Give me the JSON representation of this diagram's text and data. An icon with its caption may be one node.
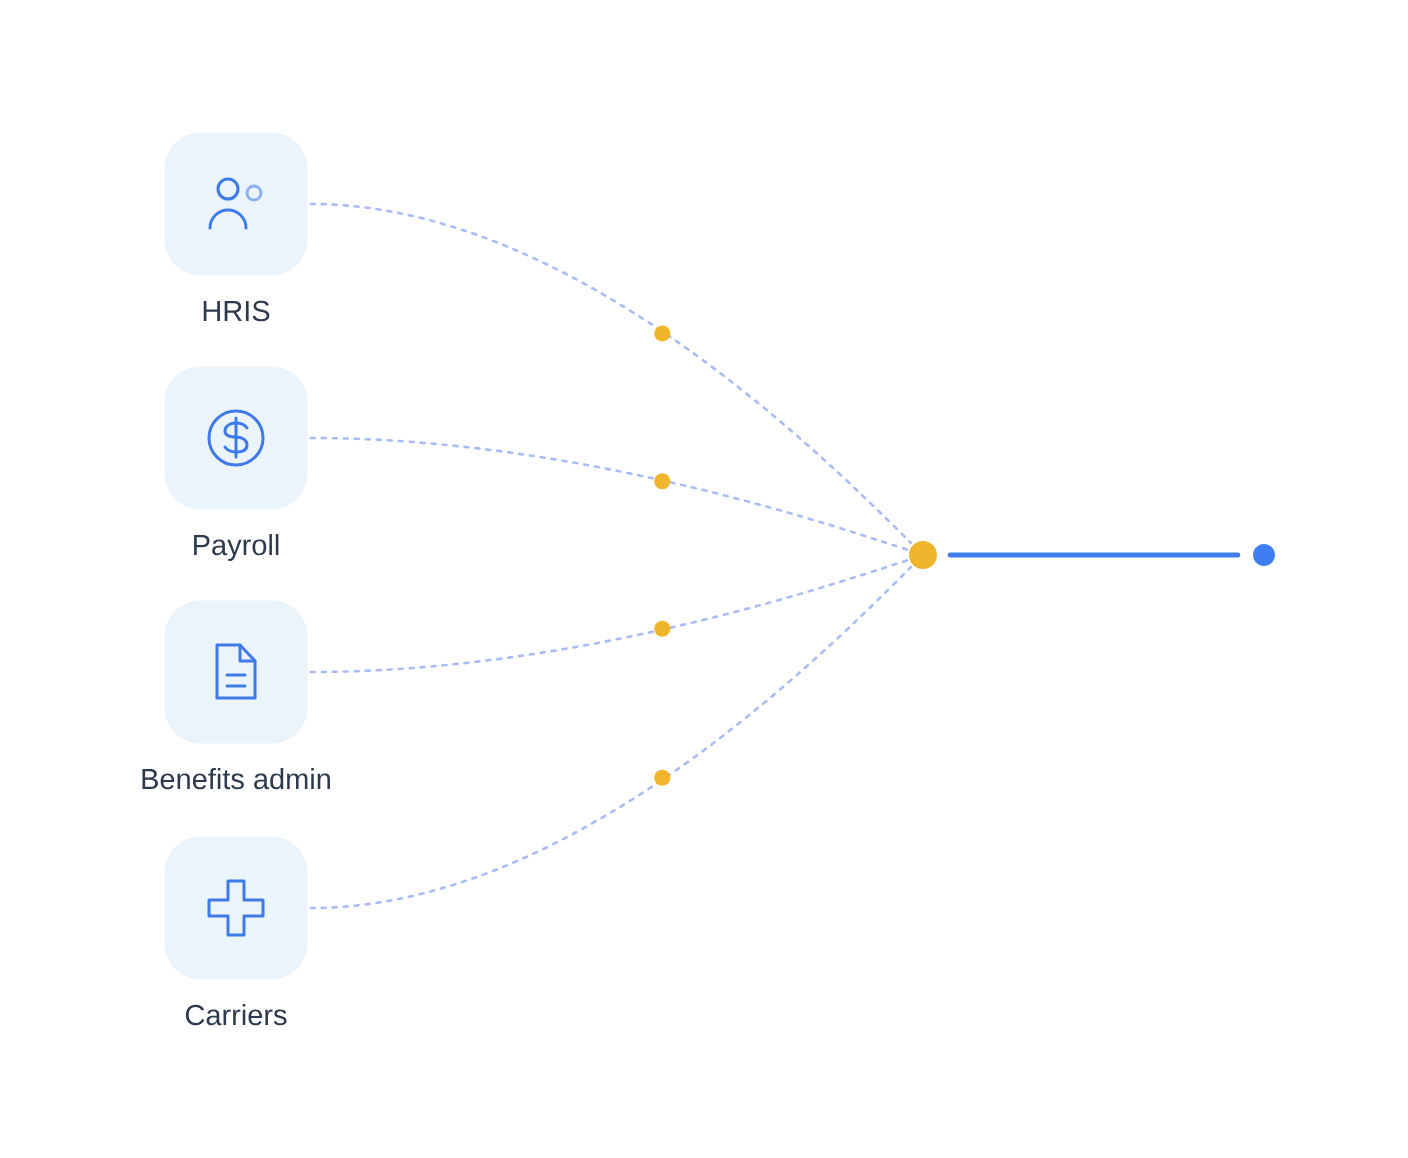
{
  "diagram": {
    "nodes": [
      {
        "text": [
          "HRIS"
        ]
      },
      {
        "text": [
          "Payroll"
        ]
      },
      {
        "text": [
          "Benefits admin"
        ]
      },
      {
        "text": [
          "Carriers"
        ]
      },
      {
        "text": [],
        "shape": "circle"
      },
      {
        "text": [],
        "shape": "circle"
      }
    ],
    "edges": [
      {
        "from": 0,
        "to": 4,
        "arrow": "none",
        "style": "dashed"
      },
      {
        "from": 1,
        "to": 4,
        "arrow": "none",
        "style": "dashed"
      },
      {
        "from": 2,
        "to": 4,
        "arrow": "none",
        "style": "dashed"
      },
      {
        "from": 3,
        "to": 4,
        "arrow": "none",
        "style": "dashed"
      },
      {
        "from": 4,
        "to": 5,
        "arrow": "none",
        "style": "thick",
        "color": "#3d7dec"
      }
    ]
  }
}
